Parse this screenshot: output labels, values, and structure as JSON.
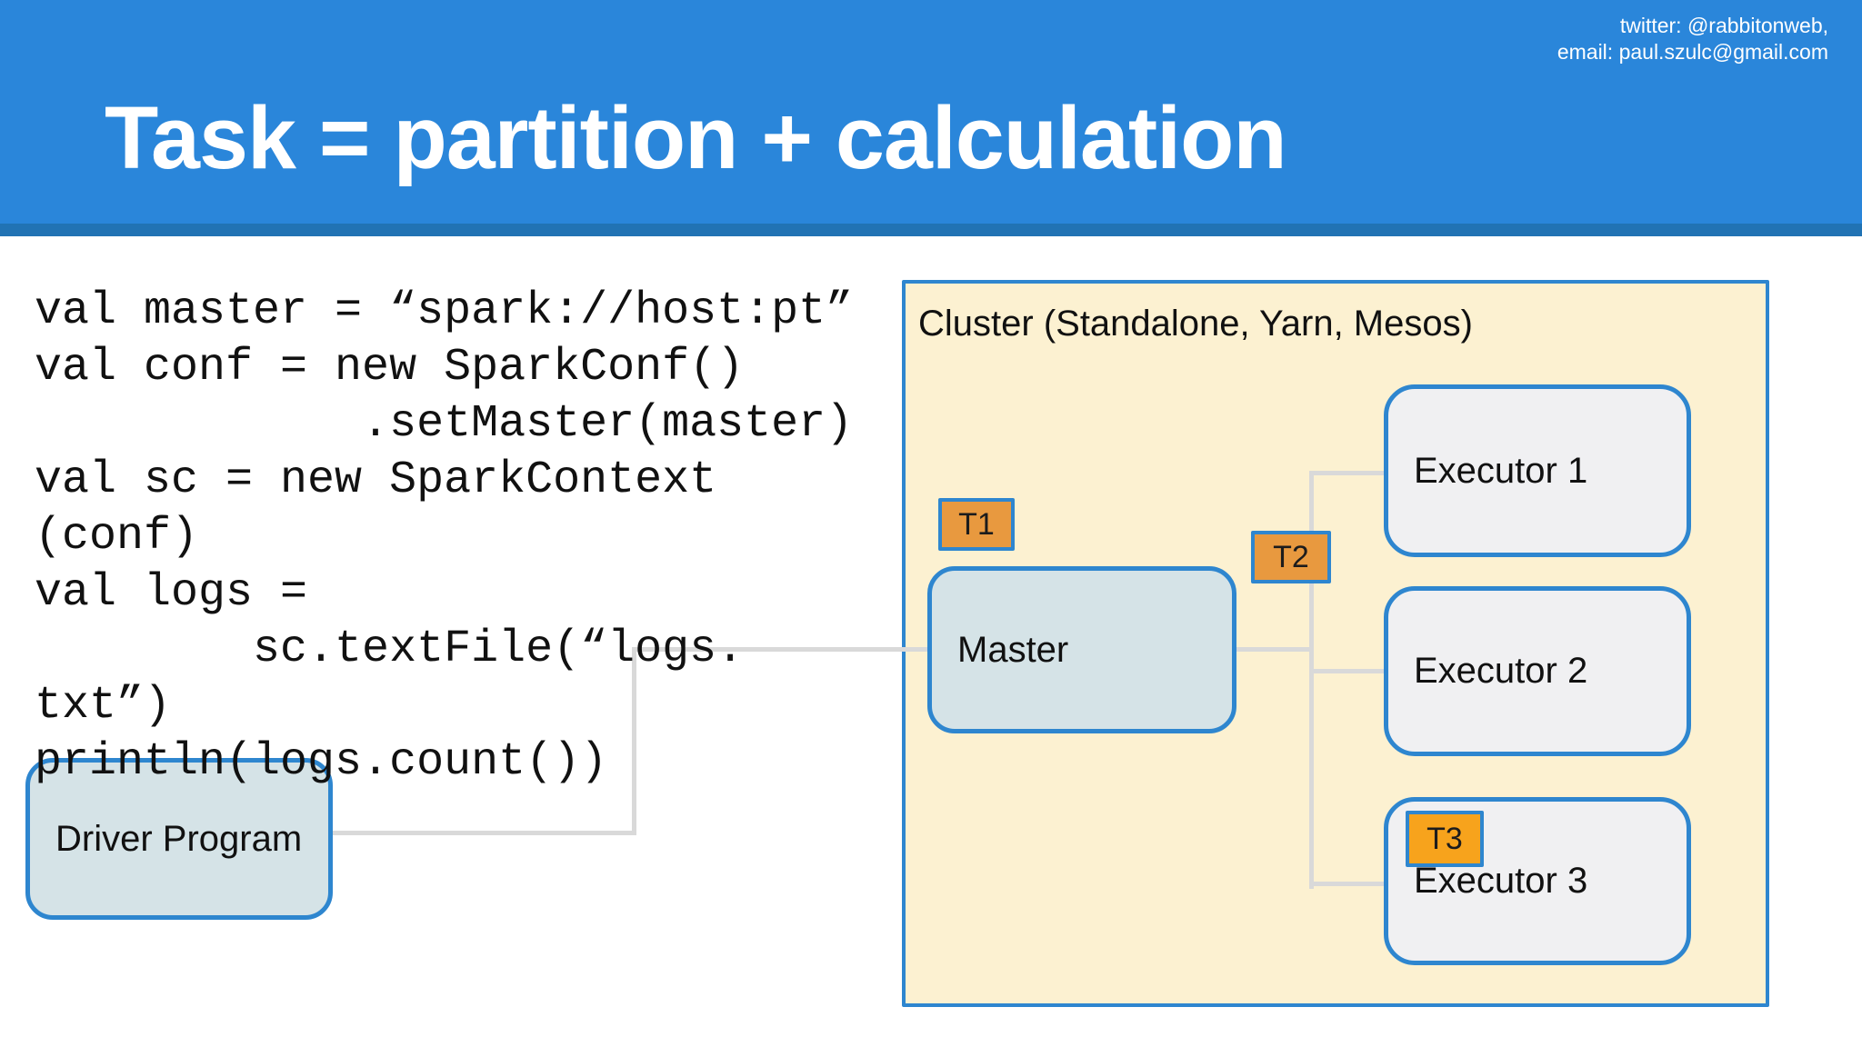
{
  "header": {
    "title": "Task = partition + calculation",
    "contact_line1": "twitter: @rabbitonweb,",
    "contact_line2": "email: paul.szulc@gmail.com"
  },
  "code": {
    "lines": [
      "val master = “spark://host:pt”",
      "val conf = new SparkConf()",
      "            .setMaster(master)",
      "val sc = new SparkContext",
      "(conf)",
      "val logs =",
      "        sc.textFile(“logs.",
      "txt”)",
      "println(logs.count())"
    ]
  },
  "diagram": {
    "cluster_label": "Cluster (Standalone, Yarn, Mesos)",
    "driver": {
      "label": "Driver Program"
    },
    "master": {
      "label": "Master"
    },
    "executors": [
      {
        "label": "Executor 1"
      },
      {
        "label": "Executor 2"
      },
      {
        "label": "Executor 3"
      }
    ],
    "tasks": [
      {
        "label": "T1"
      },
      {
        "label": "T2"
      },
      {
        "label": "T3"
      }
    ]
  },
  "colors": {
    "slide_bg": "#FFFFFF",
    "header_blue": "#2A86DA",
    "header_accent": "#2173B4",
    "title_text": "#FFFFFF",
    "text_dark": "#111111",
    "cluster_fill": "#FCF1D1",
    "cluster_border": "#2E86CF",
    "node_blue_fill": "#D5E3E7",
    "node_gray_fill": "#F0F0F2",
    "node_border": "#2E86CF",
    "task_fill": "#E8993F",
    "task3_fill": "#F7A31C",
    "task_border": "#2E86CF",
    "connector": "#D9D9D9"
  }
}
